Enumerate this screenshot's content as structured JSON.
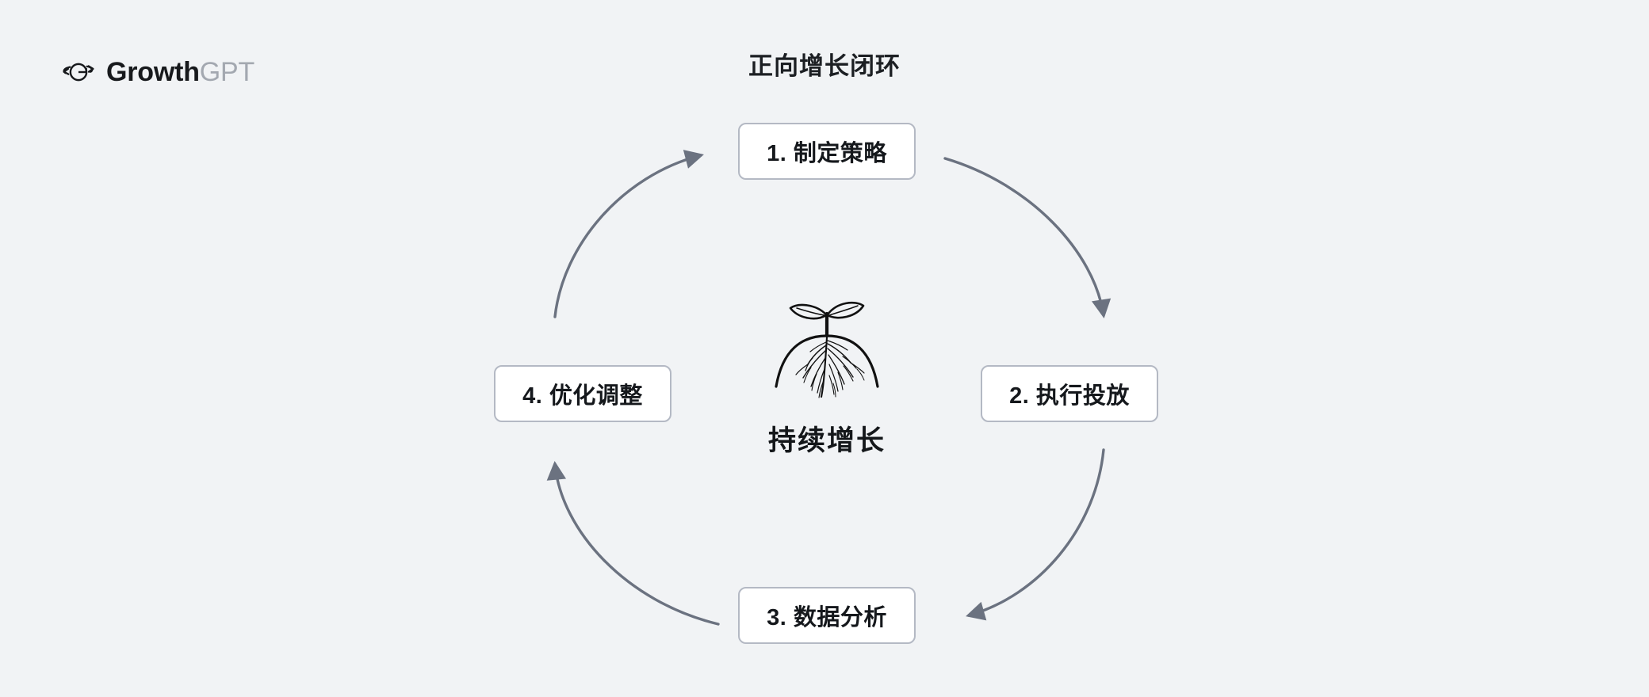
{
  "brand": {
    "icon": "orbit-g-icon",
    "name_strong": "Growth",
    "name_light": "GPT"
  },
  "title": "正向增长闭环",
  "center": {
    "illustration": "sprout-seedling-icon",
    "label": "持续增长"
  },
  "colors": {
    "background": "#f1f3f5",
    "node_fill": "#ffffff",
    "node_border": "#b4b9c4",
    "arrow": "#6b7280",
    "text": "#15181c",
    "brand_light": "#a3a8b0",
    "illustration": "#111111"
  },
  "diagram": {
    "type": "cycle",
    "direction": "clockwise",
    "nodes": [
      {
        "id": "node-1",
        "label": "1. 制定策略",
        "position": "top"
      },
      {
        "id": "node-2",
        "label": "2. 执行投放",
        "position": "right"
      },
      {
        "id": "node-3",
        "label": "3. 数据分析",
        "position": "bottom"
      },
      {
        "id": "node-4",
        "label": "4. 优化调整",
        "position": "left"
      }
    ],
    "arrows": [
      {
        "id": "arrow-1-to-2",
        "from": "node-1",
        "to": "node-2",
        "points": "down-right"
      },
      {
        "id": "arrow-2-to-3",
        "from": "node-2",
        "to": "node-3",
        "points": "left"
      },
      {
        "id": "arrow-3-to-4",
        "from": "node-3",
        "to": "node-4",
        "points": "up"
      },
      {
        "id": "arrow-4-to-1",
        "from": "node-4",
        "to": "node-1",
        "points": "right"
      }
    ]
  }
}
